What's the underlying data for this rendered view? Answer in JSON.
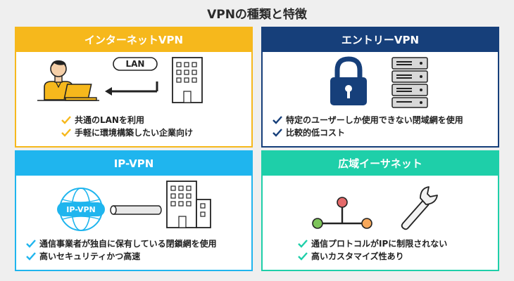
{
  "page": {
    "title": "VPNの種類と特徴"
  },
  "colors": {
    "internet_vpn": "#f6b81c",
    "entry_vpn": "#163f7a",
    "ip_vpn": "#1fb5ee",
    "wide_area_ethernet": "#1ecfa9"
  },
  "cards": [
    {
      "title": "インターネットVPN",
      "label": "LAN",
      "icons": [
        "person-at-laptop-icon",
        "lan-cable-icon",
        "building-icon"
      ],
      "features": [
        "共通のLANを利用",
        "手軽に環境構築したい企業向け"
      ]
    },
    {
      "title": "エントリーVPN",
      "icons": [
        "padlock-icon",
        "server-rack-icon"
      ],
      "features": [
        "特定のユーザーしか使用できない閉域網を使用",
        "比較的低コスト"
      ]
    },
    {
      "title": "IP-VPN",
      "label": "IP-VPN",
      "icons": [
        "globe-icon",
        "pipe-icon",
        "building-icon"
      ],
      "features": [
        "通信事業者が独自に保有している閉鎖網を使用",
        "高いセキュリティかつ高速"
      ]
    },
    {
      "title": "広域イーサネット",
      "icons": [
        "network-nodes-icon",
        "wrench-icon"
      ],
      "features": [
        "通信プロトコルがIPに制限されない",
        "高いカスタマイズ性あり"
      ]
    }
  ]
}
